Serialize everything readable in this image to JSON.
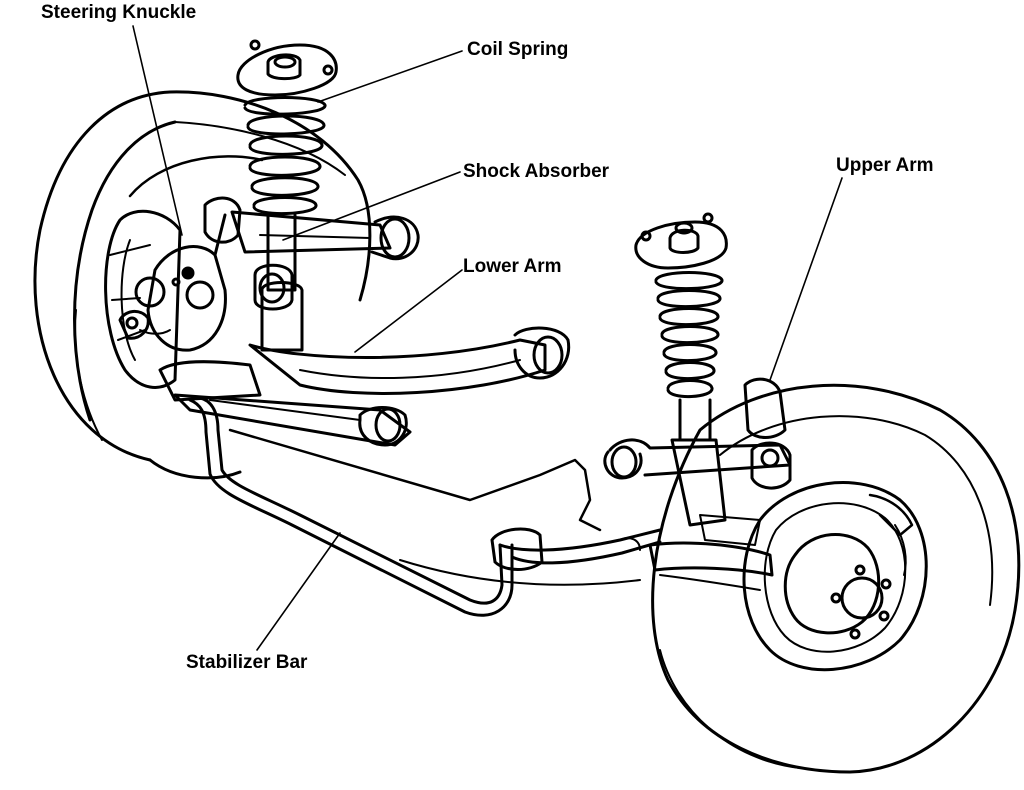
{
  "labels": {
    "steering_knuckle": "Steering Knuckle",
    "coil_spring": "Coil Spring",
    "shock_absorber": "Shock Absorber",
    "lower_arm": "Lower Arm",
    "upper_arm": "Upper Arm",
    "stabilizer_bar": "Stabilizer Bar"
  },
  "colors": {
    "ink": "#000000",
    "paper": "#ffffff"
  }
}
